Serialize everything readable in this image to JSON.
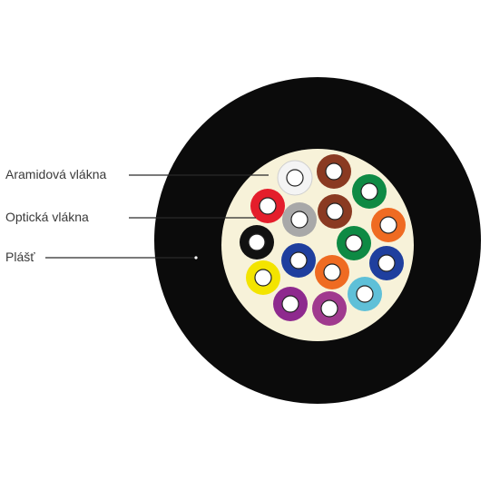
{
  "labels": {
    "aramid": "Aramidová vlákna",
    "optical": "Optická vlákna",
    "jacket": "Plášť"
  },
  "colors": {
    "jacket": "#0b0b0b",
    "core": "#f7f2d9",
    "fiber_center": "#ffffff",
    "leader": "#2a2a2a"
  },
  "fibers": [
    {
      "color": "#f4f4f4",
      "name": "white"
    },
    {
      "color": "#8a3a22",
      "name": "brown"
    },
    {
      "color": "#e41e2b",
      "name": "red"
    },
    {
      "color": "#a8a8a8",
      "name": "gray"
    },
    {
      "color": "#8a3a22",
      "name": "brown"
    },
    {
      "color": "#0e8a44",
      "name": "green"
    },
    {
      "color": "#111111",
      "name": "black"
    },
    {
      "color": "#1f3f9e",
      "name": "blue"
    },
    {
      "color": "#0e8a44",
      "name": "green"
    },
    {
      "color": "#ef6b22",
      "name": "orange"
    },
    {
      "color": "#f3e400",
      "name": "yellow"
    },
    {
      "color": "#ef6b22",
      "name": "orange"
    },
    {
      "color": "#1f3f9e",
      "name": "blue"
    },
    {
      "color": "#8e2a8e",
      "name": "violet"
    },
    {
      "color": "#a03a8e",
      "name": "pink"
    },
    {
      "color": "#5fc0d8",
      "name": "aqua"
    }
  ]
}
